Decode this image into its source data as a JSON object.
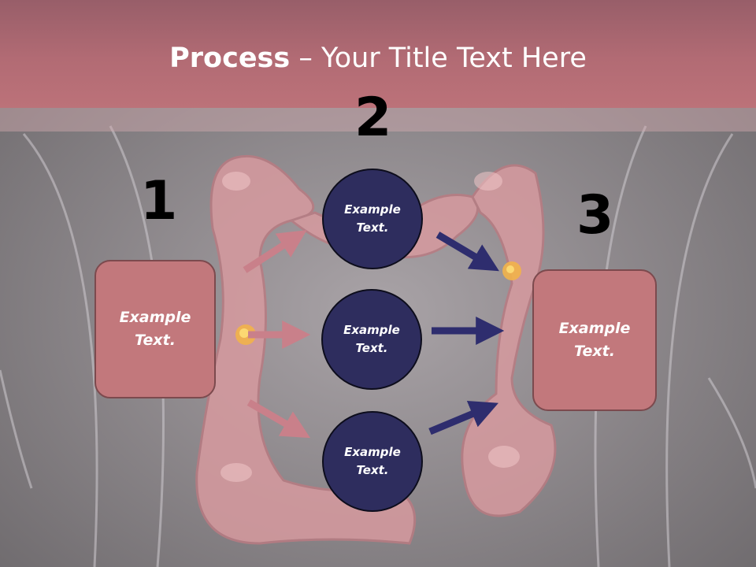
{
  "title": {
    "bold": "Process",
    "rest": " – Your Title Text Here"
  },
  "steps": [
    {
      "number": "1",
      "text": "Example Text."
    },
    {
      "number": "2",
      "items": [
        "Example Text.",
        "Example Text.",
        "Example Text."
      ]
    },
    {
      "number": "3",
      "text": "Example Text."
    }
  ],
  "colors": {
    "title_band": "#b26b74",
    "box_fill": "#c2787c",
    "circle_fill": "#2e2d5e",
    "arrow_left": "#c9808a",
    "arrow_right": "#2e2d6e"
  }
}
